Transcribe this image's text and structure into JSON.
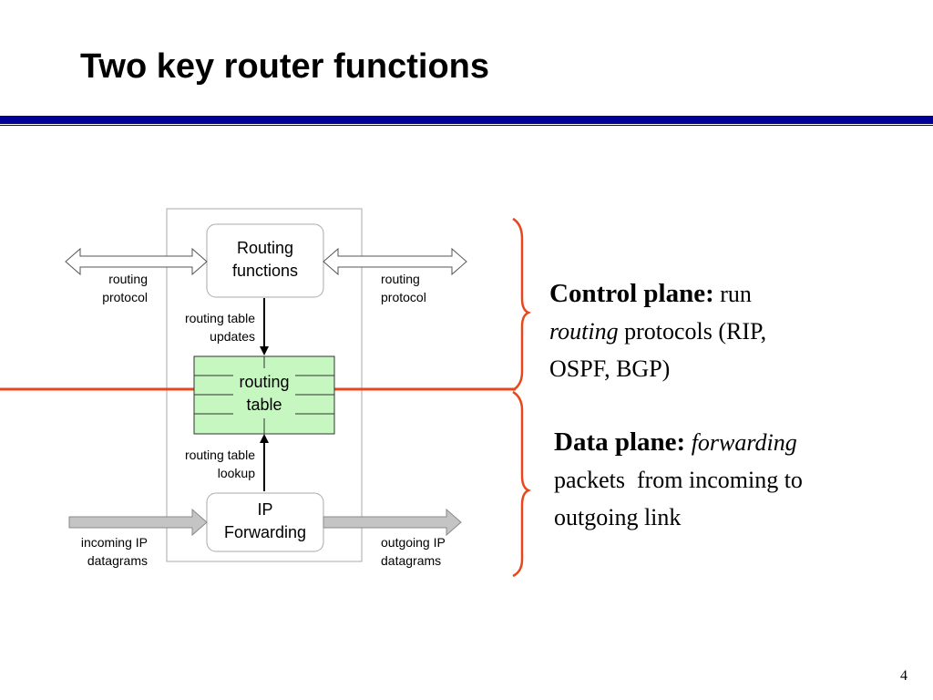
{
  "slide": {
    "title": "Two key router functions",
    "page_number": "4"
  },
  "diagram": {
    "routing_box": {
      "line1": "Routing",
      "line2": "functions"
    },
    "forwarding_box": {
      "line1": "IP",
      "line2": "Forwarding"
    },
    "table_box": {
      "line1": "routing",
      "line2": "table"
    },
    "left_protocol": {
      "line1": "routing",
      "line2": "protocol"
    },
    "right_protocol": {
      "line1": "routing",
      "line2": "protocol"
    },
    "updates_label": {
      "line1": "routing table",
      "line2": "updates"
    },
    "lookup_label": {
      "line1": "routing table",
      "line2": "lookup"
    },
    "incoming": {
      "line1": "incoming IP",
      "line2": "datagrams"
    },
    "outgoing": {
      "line1": "outgoing IP",
      "line2": "datagrams"
    },
    "colors": {
      "divider": "#e8461c",
      "table_fill": "#c6f7c0",
      "arrow_fill": "#c4c4c4",
      "accent_rule": "#000099"
    }
  },
  "planes": {
    "control": {
      "heading": "Control plane:",
      "text1": "run",
      "italic": "routing",
      "text2": " protocols (RIP,",
      "text3": "OSPF, BGP)"
    },
    "data": {
      "heading": "Data plane:",
      "italic": "forwarding",
      "text2": "packets  from incoming to",
      "text3": "outgoing link"
    }
  }
}
